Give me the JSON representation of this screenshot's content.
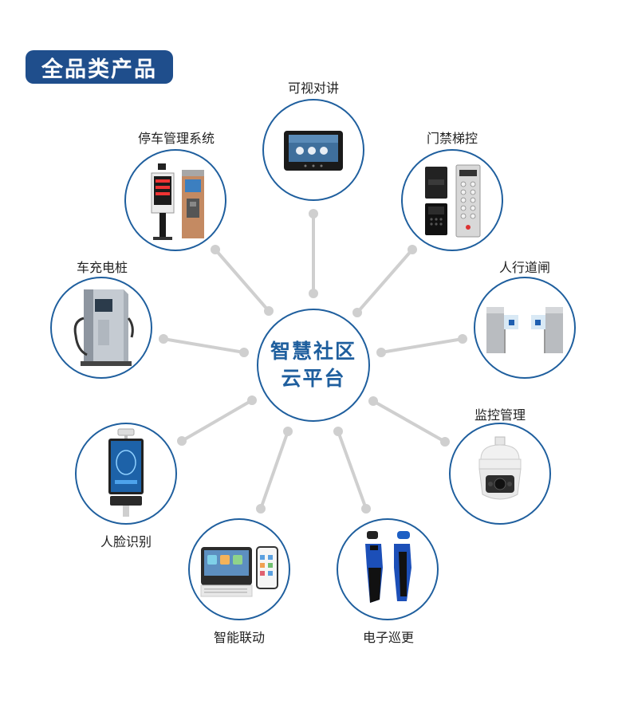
{
  "header": {
    "badge": "全品类产品"
  },
  "center": {
    "line1": "智慧社区",
    "line2": "云平台"
  },
  "products": [
    {
      "label": "可视对讲",
      "icon": "intercom-icon"
    },
    {
      "label": "门禁梯控",
      "icon": "access-control-icon"
    },
    {
      "label": "人行道闸",
      "icon": "turnstile-icon"
    },
    {
      "label": "监控管理",
      "icon": "ptz-camera-icon"
    },
    {
      "label": "电子巡更",
      "icon": "patrol-wand-icon"
    },
    {
      "label": "智能联动",
      "icon": "smart-home-icon"
    },
    {
      "label": "人脸识别",
      "icon": "face-terminal-icon"
    },
    {
      "label": "车充电桩",
      "icon": "ev-charger-icon"
    },
    {
      "label": "停车管理系统",
      "icon": "parking-barrier-icon"
    }
  ],
  "colors": {
    "accent": "#1f5f9e",
    "badge": "#1f4e8c",
    "connector": "#cccccc"
  }
}
